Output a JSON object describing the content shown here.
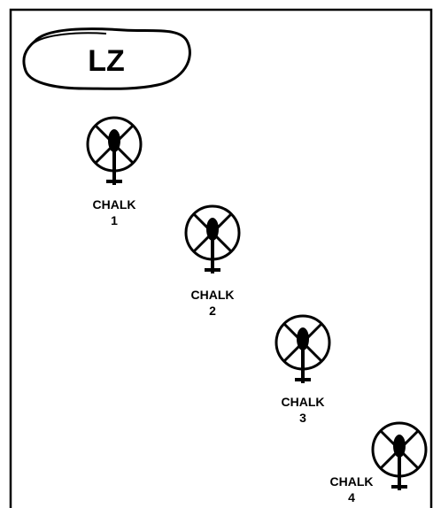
{
  "landing_zone": {
    "label": "LZ"
  },
  "chalks": [
    {
      "word": "CHALK",
      "number": "1"
    },
    {
      "word": "CHALK",
      "number": "2"
    },
    {
      "word": "CHALK",
      "number": "3"
    },
    {
      "word": "CHALK",
      "number": "4"
    }
  ],
  "colors": {
    "ink": "#000000",
    "background": "#ffffff"
  },
  "icons": {
    "aircraft": "helicopter-rotor-circle-icon"
  }
}
